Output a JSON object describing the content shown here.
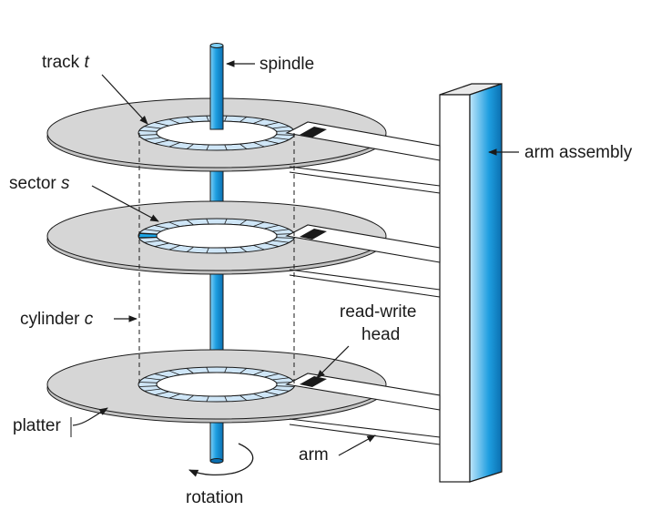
{
  "labels": {
    "track": "track",
    "track_var": "t",
    "spindle": "spindle",
    "arm_assembly": "arm assembly",
    "sector": "sector",
    "sector_var": "s",
    "cylinder": "cylinder",
    "cylinder_var": "c",
    "read_write_1": "read-write",
    "read_write_2": "head",
    "platter": "platter",
    "arm": "arm",
    "rotation": "rotation"
  },
  "colors": {
    "platter_fill": "#d6d6d6",
    "track_fill": "#cfe6f7",
    "sector_highlight": "#1aa6e8",
    "spindle": "#1e9ee0",
    "head": "#1a1a1a",
    "stroke": "#1a1a1a"
  },
  "platter_count": 3,
  "sectors_per_track": 24
}
